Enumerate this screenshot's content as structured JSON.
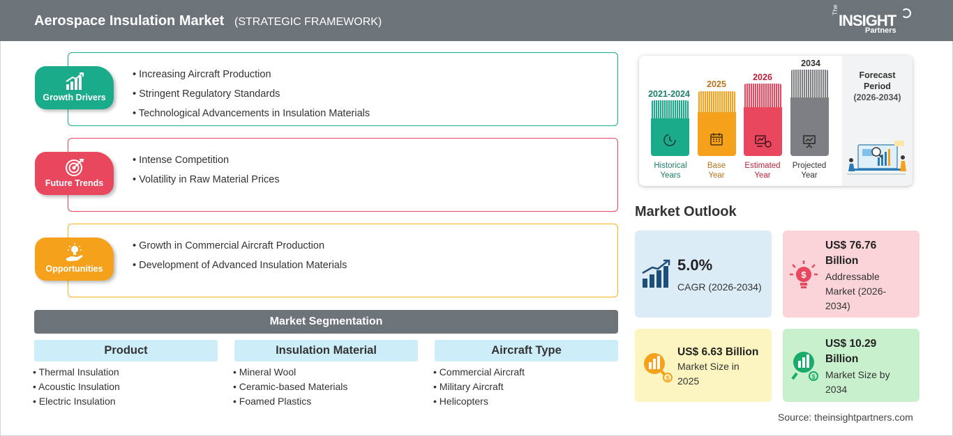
{
  "header": {
    "title": "Aerospace Insulation Market",
    "subtitle": "(STRATEGIC FRAMEWORK)",
    "logo": {
      "the": "The",
      "insight": "INSIGHT",
      "partners": "Partners"
    }
  },
  "framework": [
    {
      "label": "Growth Drivers",
      "color": "#1aab8a",
      "border": "#1aab8a",
      "icon": "growth-chart-icon",
      "items": [
        "Increasing Aircraft Production",
        "Stringent Regulatory Standards",
        "Technological Advancements in Insulation Materials"
      ]
    },
    {
      "label": "Future Trends",
      "color": "#e8475d",
      "border": "#e8475d",
      "icon": "target-icon",
      "items": [
        "Intense Competition",
        "Volatility in Raw Material Prices"
      ]
    },
    {
      "label": "Opportunities",
      "color": "#f5a11c",
      "border": "#f5b41c",
      "icon": "lightbulb-hand-icon",
      "items": [
        "Growth in Commercial Aircraft Production",
        "Development of Advanced Insulation Materials"
      ]
    }
  ],
  "segmentation": {
    "title": "Market Segmentation",
    "columns": [
      {
        "header": "Product",
        "items": [
          "Thermal Insulation",
          "Acoustic Insulation",
          "Electric Insulation"
        ]
      },
      {
        "header": "Insulation Material",
        "items": [
          "Mineral Wool",
          "Ceramic-based Materials",
          "Foamed Plastics"
        ]
      },
      {
        "header": "Aircraft Type",
        "items": [
          "Commercial Aircraft",
          "Military Aircraft",
          "Helicopters"
        ]
      }
    ]
  },
  "timeline": {
    "periods": [
      {
        "year": "2021-2024",
        "caption_1": "Historical",
        "caption_2": "Years",
        "color": "#1aab8a",
        "year_color": "#1a7f6b",
        "icon": "history-icon"
      },
      {
        "year": "2025",
        "caption_1": "Base",
        "caption_2": "Year",
        "color": "#f5a11c",
        "year_color": "#b8741a",
        "icon": "calendar-icon"
      },
      {
        "year": "2026",
        "caption_1": "Estimated",
        "caption_2": "Year",
        "color": "#e8475d",
        "year_color": "#b8233c",
        "icon": "estimate-icon"
      },
      {
        "year": "2034",
        "caption_1": "Projected",
        "caption_2": "Year",
        "color": "#7d7f82",
        "year_color": "#333333",
        "icon": "presentation-icon"
      }
    ],
    "forecast": {
      "line1": "Forecast",
      "line2": "Period",
      "line3": "(2026-2034)"
    }
  },
  "outlook": {
    "title": "Market Outlook",
    "cards": [
      {
        "value": "5.0%",
        "desc": "CAGR (2026-2034)",
        "color": "#dcecf6",
        "icon": "bar-growth-icon"
      },
      {
        "value_1": "US$ 76.76",
        "value_2": "Billion",
        "desc_1": "Addressable",
        "desc_2": "Market (2026-",
        "desc_3": "2034)",
        "color": "#fad4d9",
        "icon": "money-bulb-icon"
      },
      {
        "value": "US$ 6.63 Billion",
        "desc_1": "Market Size in",
        "desc_2": "2025",
        "color": "#fdf5c0",
        "icon": "coin-search-icon"
      },
      {
        "value_1": "US$ 10.29",
        "value_2": "Billion",
        "desc_1": "Market Size by",
        "desc_2": "2034",
        "color": "#c8f0cc",
        "icon": "coin-growth-icon"
      }
    ]
  },
  "source": "Source: theinsightpartners.com"
}
